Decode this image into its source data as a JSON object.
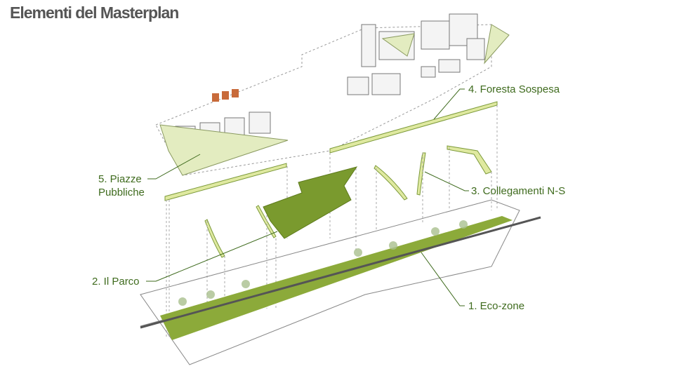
{
  "title": "Elementi del Masterplan",
  "labels": {
    "foresta": "4. Foresta Sospesa",
    "piazze_line1": "5. Piazze",
    "piazze_line2": "Pubbliche",
    "collegamenti": "3. Collegamenti N-S",
    "parco": "2. Il Parco",
    "ecozone": "1. Eco-zone"
  },
  "colors": {
    "label": "#3f6b1e",
    "park": "#7a9a2e",
    "light_green": "#dfe9a0",
    "title": "#555555"
  }
}
